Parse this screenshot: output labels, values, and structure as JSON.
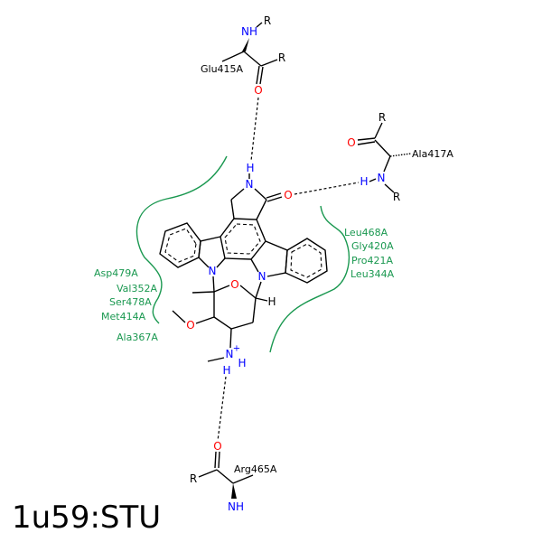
{
  "title": "1u59:STU",
  "residues_hbond": {
    "glu": "Glu415A",
    "ala": "Ala417A",
    "arg": "Arg465A"
  },
  "hydrophobic_left": [
    "Asp479A",
    "Val352A",
    "Ser478A",
    "Met414A",
    "Ala367A"
  ],
  "hydrophobic_right": [
    "Leu468A",
    "Gly420A",
    "Pro421A",
    "Leu344A"
  ],
  "atoms": {
    "R": "R",
    "NH": "NH",
    "N": "N",
    "O": "O",
    "H": "H",
    "Nplus": "N",
    "plus": "+"
  },
  "colors": {
    "nitrogen": "#0000ff",
    "oxygen": "#ff0000",
    "hydrophobic": "#1a9850"
  }
}
